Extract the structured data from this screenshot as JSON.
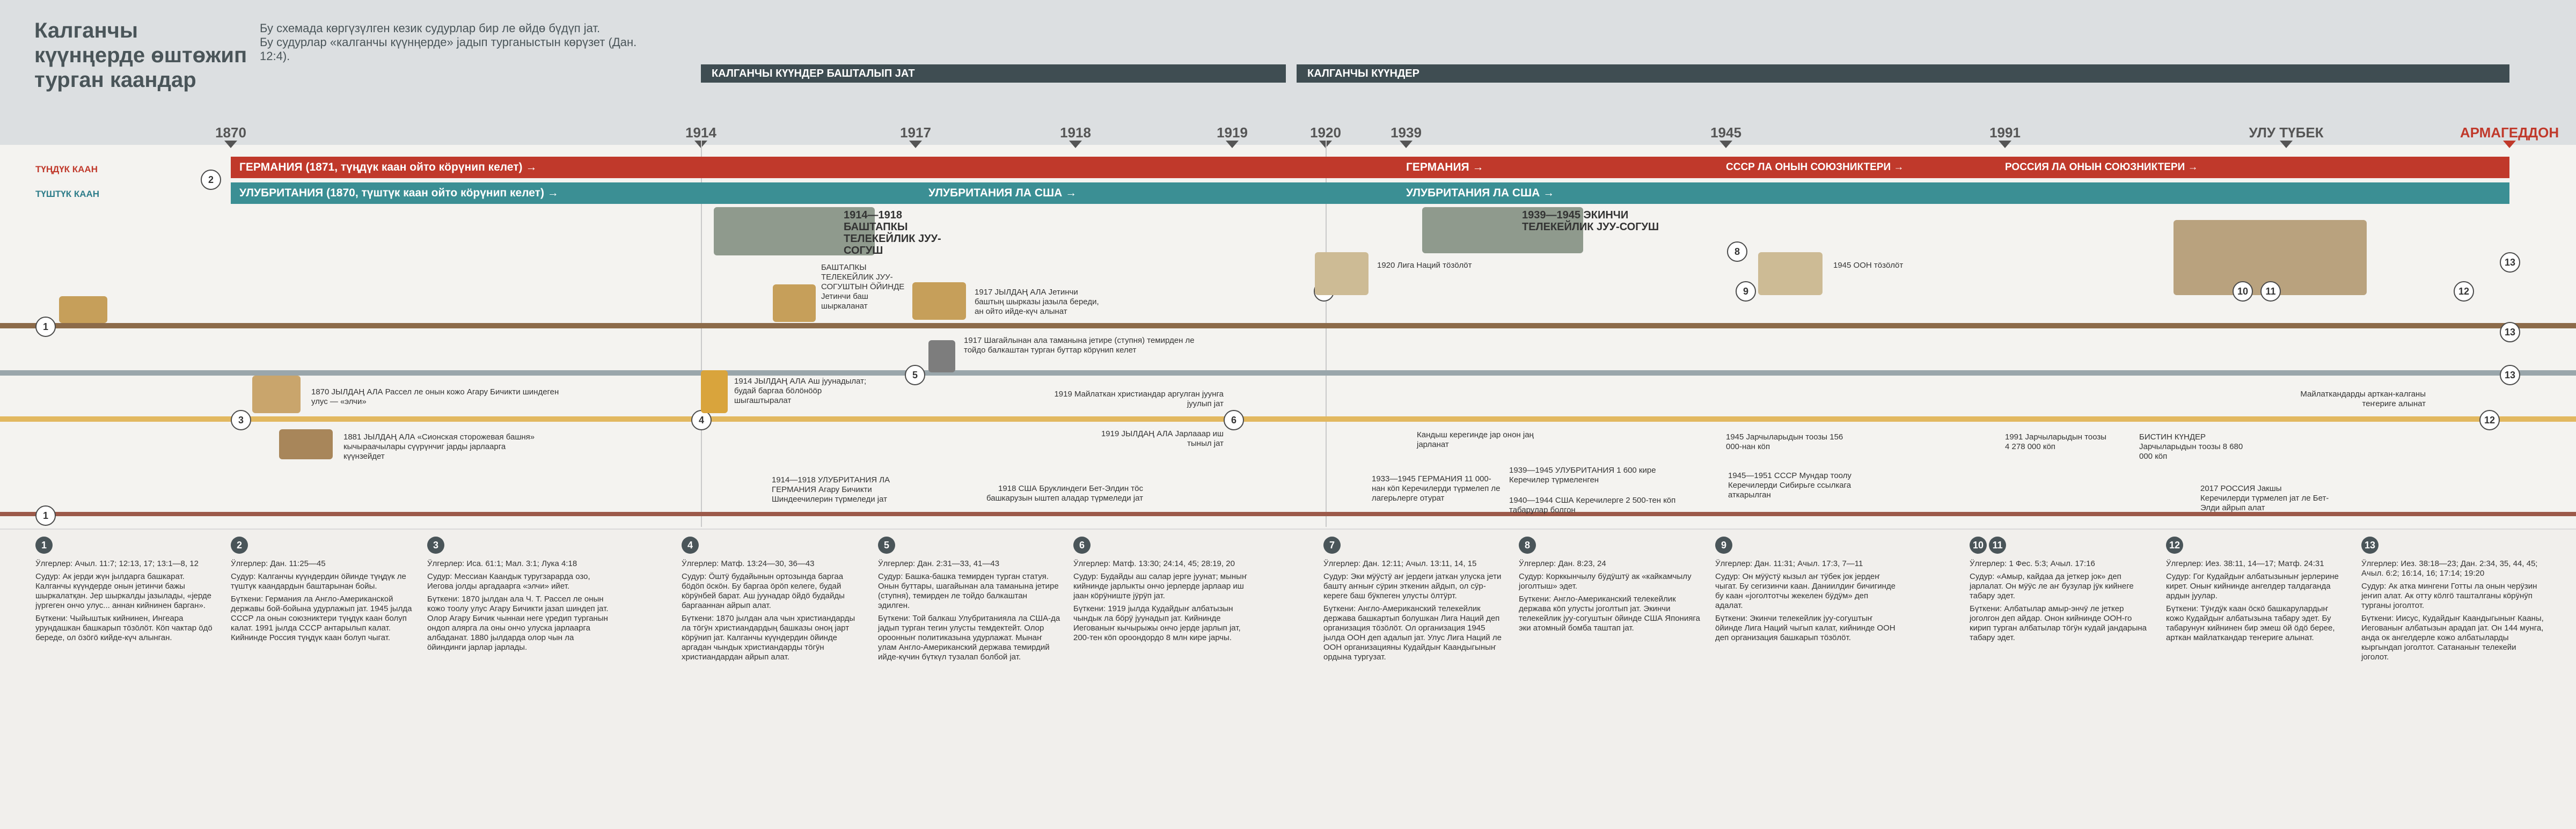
{
  "header": {
    "title": "Калганчы күүнңерде өштөжип турган каандар",
    "intro_1": "Бу схемада көргүзүлген кезик судурлар бир ле өйдө бүдүп јат.",
    "intro_2": "Бу судурлар «калганчы күүнңерде» јадып турганыстын көрүзет (Дан. 12:4)."
  },
  "bands": {
    "band1": "КАЛГАНЧЫ КҮҮНДЕР БАШТАЛЫП ЈАТ",
    "band2": "КАЛГАНЧЫ КҮҮНДЕР"
  },
  "years": [
    "1870",
    "1914",
    "1917",
    "1918",
    "1919",
    "1920",
    "1939",
    "1945",
    "1991",
    "УЛУ ТҮБЕК",
    "АРМАГЕДДОН"
  ],
  "kings": {
    "south_label": "ТҮҢДҮК КААН",
    "north_label": "ТҮШТҮК КААН",
    "south_row": "ГЕРМАНИЯ (1871, түңдүк каан ойто кӧрүнип келет) →",
    "north_row": "УЛУБРИТАНИЯ (1870, түштүк каан ойто кӧрүнип келет) →",
    "north_mid": "УЛУБРИТАНИЯ ЛА США →",
    "south_1939": "ГЕРМАНИЯ →",
    "north_1939": "УЛУБРИТАНИЯ ЛА США →",
    "south_1945": "СССР ЛА ОНЫН СОЮЗНИКТЕРИ →",
    "south_1991": "РОССИЯ ЛА ОНЫН СОЮЗНИКТЕРИ →"
  },
  "events": {
    "ww1": "1914—1918 БАШТАПКЫ ТЕЛЕКЕЙЛИК ЈУУ-СОГУШ",
    "ww2": "1939—1945 ЭКИНЧИ ТЕЛЕКЕЙЛИК ЈУУ-СОГУШ",
    "ww1_sub": "БАШТАПКЫ ТЕЛЕКЕЙЛИК ЈУУ-СОГУШТЫН ӦЙИНДЕ Јетинчи баш шыркаланат",
    "y1917": "1917 ЈЫЛДАҢ АЛА Јетинчи баштың шырказы јазыла береди, ан ойто ийде-күч алынат",
    "y1917b": "1917 Шагайлынан ала таманына јетире (ступня) темирден ле тойдо балкаштан турган буттар кӧрүнип келет",
    "y1920": "1920 Лига Наций тӧзӧлӧт",
    "y1945": "1945 ООН тӧзӧлӧт",
    "y1870": "1870 ЈЫЛДАҢ АЛА Рассел ле онын кожо Агару Бичикти шиндеген улус — «элчи»",
    "y1881": "1881 ЈЫЛДАҢ АЛА «Сионская сторожевая башня» кычыраачылары сүүрүнчиг јарды јарлаарга күүнзейдет",
    "y1914": "1914 ЈЫЛДАҢ АЛА Аш јуунадылат; будай баргаа бӧлӧнӧӧр шыгаштыралат",
    "y1919a": "1919 Майлаткан христиандар аргулган јуунга јуулып јат",
    "y1919b": "1919 ЈЫЛДАҢ АЛА Јарлааар иш тыныл јат",
    "y_after": "Кандыш керегинде јар онон јаң јарланат",
    "y1991": "1991 Јарчыларыдын тоозы 4 278 000 кӧп",
    "end": "БИСТИН КҮНДЕР Јарчыларыдын тоозы 8 680 000 кӧп",
    "y1945b": "1945 Јарчыларыдын тоозы 156 000-нан кӧп",
    "y1914b": "1914—1918 УЛУБРИТАНИЯ ЛА ГЕРМАНИЯ Агару Бичикти Шиндеечилерин түрмеледи јат",
    "y1918": "1918 США Бруклиндеги Бет-Элдин тӧс башкарузын ыштеп аладар түрмеледи јат",
    "y1933": "1933—1945 ГЕРМАНИЯ 11 000-нан кӧп Керечилерди түрмелеп ле лагерьлерге отурат",
    "y1939": "1939—1945 УЛУБРИТАНИЯ 1 600 кире Керечилер түрмеленген",
    "y1940": "1940—1944 США Керечилерге 2 500-тен кӧп табарулар болгон",
    "y1945c": "1945—1951 СССР Мундар тоолу Керечилерди Сибирьге ссылкага аткарылган",
    "y2017": "2017 РОССИЯ Јакшы Керечилерди түрмелеп јат ле Бет-Элди айрып алат",
    "armag": "Майлаткандарды арткан-калганы теҥериге алынат"
  },
  "notes": [
    {
      "n": "1",
      "verses": "Ӱлгерлер: Ачыл. 11:7; 12:13, 17; 13:1—8, 12",
      "prophecy": "Судур: Ак јерди жүн јылдарга башкарат. Калганчы күүндерде онын јетинчи бажы шыркалатқан. Јер шыркалды јазылады, «јерде јүргеген ончо улус... аннан кийнинен барган».",
      "fulfillment": "Бүткени: Чыйыштык кийнинен, Ингеара урундашкан башкарып тӧзӧлӧт. Кӧп чактар ӧдӧ береде, ол ӧзӧгӧ кийде-күч алынган."
    },
    {
      "n": "2",
      "verses": "Ӱлгерлер: Дан. 11:25—45",
      "prophecy": "Судур: Калганчы күүндердин ӧйинде түңдүк ле түштүк каандардын баштарынан бойы.",
      "fulfillment": "Бүткени: Германия ла Англо-Американской державы бой-бойына удурлажып јат. 1945 јылда СССР ла онын союзниктери түңдүк каан болуп калат. 1991 јылда СССР антарылып калат. Кийнинде Россия түңдүк каан болуп чыгат."
    },
    {
      "n": "3",
      "verses": "Ӱлгерлер: Иса. 61:1; Мал. 3:1; Лука 4:18",
      "prophecy": "Судур: Мессиан Каандык туругзарарда озо, Иегова јолды аргадаарга «элчи» ийет.",
      "fulfillment": "Бүткени: 1870 јылдан ала Ч. Т. Рассел ле онын кожо тоолу улус Агару Бичикти јазап шиндеп јат. Олор Агару Бичик чыннаи неге үредип турганын ондоп алярга ла оны ончо улуска јарлаарга албаданат. 1880 јылдарда олор чын ла ӧйиндинги јарлар јарлады."
    },
    {
      "n": "4",
      "verses": "Ӱлгерлер: Матф. 13:24—30, 36—43",
      "prophecy": "Судур: Ӧштӱ будайынын ортозында баргаа бӧдӧп ӧскӧн. Бу баргаа ӧрӧп келеге, будай кӧрӱнбей барат. Аш јуунадар ӧйдӧ будайды баргааннан айрып алат.",
      "fulfillment": "Бүткени: 1870 јылдан ала чын христиандарды ла тӧгӱн христиандардың башказы оноң јарт кӧрӱнип јат. Калганчы күүндердин ӧйинде аргадан чындык христиандарды тӧгӱн христиандардан айрып алат."
    },
    {
      "n": "5",
      "verses": "Ӱлгерлер: Дан. 2:31—33, 41—43",
      "prophecy": "Судур: Башка-башка темирден турган статуя. Онын буттары, шагайынан ала таманына јетире (ступня), темирден ле тойдо балкаштан эдилген.",
      "fulfillment": "Бүткени: Той балкаш Улубританияла ла США-да јадып турган тегин улусты темдектейт. Олор ороонныҥ политиказына удурлажат. Мынаҥ улам Англо-Американский держава темирдий ийде-күчин бүткүл тузалап болбой јат."
    },
    {
      "n": "6",
      "verses": "Ӱлгерлер: Матф. 13:30; 24:14, 45; 28:19, 20",
      "prophecy": "Судур: Будайды аш салар јерге јуунат; мыныҥ кийнинде јарлыкты ончо јерлерде јарлаар иш јаан кӧрӱниште јӱрӱп јат.",
      "fulfillment": "Бүткени: 1919 јылда Кудайдыҥ албатызын чындык ла бӧрӱ јуунадып јат. Кийнинде Иегованыҥ кычырыжы ончо јерде јарлып јат, 200-тен кӧп ороондордо 8 млн кире јарчы."
    },
    {
      "n": "7",
      "verses": "Ӱлгерлер: Дан. 12:11; Ачыл. 13:11, 14, 15",
      "prophecy": "Судур: Эки мӱӱстӱ аҥ јердеги јаткан улуска јети баштү аҥныҥ сӱрин эткенин айдып, ол сӱр-кереге баш бӱкпеген улусты ӧлтӱрт.",
      "fulfillment": "Бүткени: Англо-Американский телекейлик держава башкартып болушкан Лига Наций деп организация тӧзӧлӧт. Ол организация 1945 јылда ООН деп адалып јат. Улус Лига Наций ле ООН организацияны Кудайдыҥ Каандыгыныҥ ордына тургузат."
    },
    {
      "n": "8",
      "verses": "Ӱлгерлер: Дан. 8:23, 24",
      "prophecy": "Судур: Корккынчылу бӱдӱштӱ ак «кайкамчылу јоголтыш» эдет.",
      "fulfillment": "Бүткени: Англо-Американский телекейлик держава кӧп улусты јоголтып јат. Экинчи телекейлик јуу-согуштыҥ ӧйинде США Японияга эки атомный бомба таштап јат."
    },
    {
      "n": "9",
      "verses": "Ӱлгерлер: Дан. 11:31; Ачыл. 17:3, 7—11",
      "prophecy": "Судур: Он мӱӱстӱ кызыл аҥ тӱбек јок јердеҥ чыгат. Бу сегизинчи каан. Даниилдиҥ бичигинде бу каан «јоголтотчы жекелен бӱдӱм» деп адалат.",
      "fulfillment": "Бүткени: Экинчи телекейлик јуу-согуштыҥ ӧйинде Лига Наций чыгып калат, кийнинде ООН деп организация башкарып тӧзӧлӧт."
    },
    {
      "n": "10",
      "verses": "Ӱлгерлер: 1 Фес. 5:3; Ачыл. 17:16",
      "prophecy": "Судур: «Амыр, кайдаа да јеткер јок» деп јарлалат. Он мӱӱс ле аҥ бузулар јӱк кийнеге табару эдет.",
      "fulfillment": "Бүткени: Албатылар амыр-энчӱ ле јеткер јоголгон деп айдар. Онон кийнинде ООН-го кирип турган албатылар тӧгӱн кудай јандарына табару эдет."
    },
    {
      "n": "11",
      "verses": "",
      "prophecy": "",
      "fulfillment": ""
    },
    {
      "n": "12",
      "verses": "Ӱлгерлер: Иез. 38:11, 14—17; Матф. 24:31",
      "prophecy": "Судур: Гог Кудайдыҥ албатызыныҥ јерлерине кирет. Оныҥ кийнинде ангелдер талдаганда ардын јуулар.",
      "fulfillment": "Бүткени: Тӱҥдӱк каан ӧскӧ башкарулардыҥ кожо Кудайдыҥ албатызына табару эдет. Бу табарунуҥ кийнинен бир эмеш ӧй ӧдӧ берее, арткан майлаткандар теҥериге алынат."
    },
    {
      "n": "13",
      "verses": "Ӱлгерлер: Иез. 38:18—23; Дан. 2:34, 35, 44, 45; Ачыл. 6:2; 16:14, 16; 17:14; 19:20",
      "prophecy": "Судур: Ак атка мингени Готты ла онын черӱзин јеҥип алат. Ак отту кӧлгӧ ташталганы кӧрӱнӱп турганы јоголтот.",
      "fulfillment": "Бүткени: Иисус, Кудайдыҥ Каандыгыныҥ Кааны, Иегованыҥ албатызын арадап јат. Он 144 мунга, анда ок ангелдерле кожо албатыларды кыргындап јоголтот. Сатананыҥ телекейи јоголот."
    }
  ]
}
